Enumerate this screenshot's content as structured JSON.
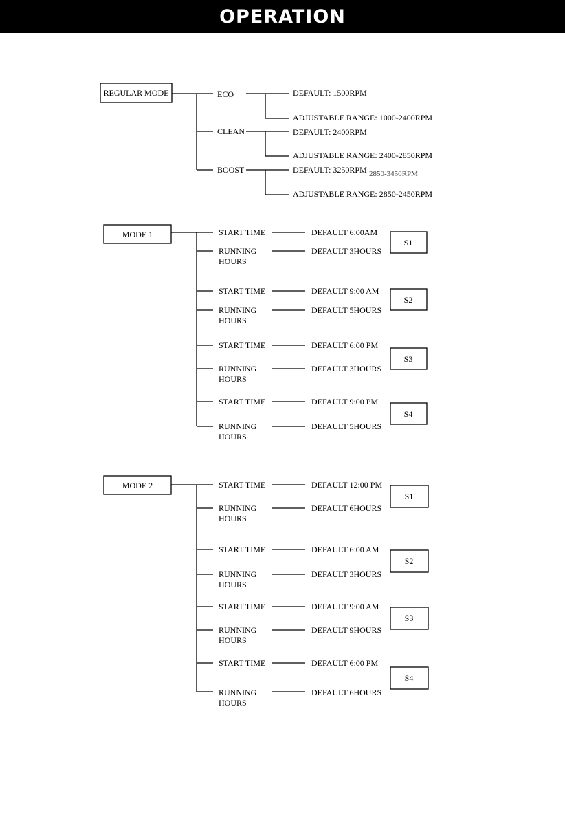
{
  "page_title": "OPERATION",
  "regular_mode": {
    "label": "REGULAR MODE",
    "branches": [
      {
        "name": "ECO",
        "default": "DEFAULT: 1500RPM",
        "range": "ADJUSTABLE RANGE: 1000-2400RPM",
        "note": ""
      },
      {
        "name": "CLEAN",
        "default": "DEFAULT: 2400RPM",
        "range": "ADJUSTABLE RANGE: 2400-2850RPM",
        "note": ""
      },
      {
        "name": "BOOST",
        "default": "DEFAULT: 3250RPM",
        "range": "ADJUSTABLE RANGE: 2850-2450RPM",
        "note": "2850-3450RPM"
      }
    ]
  },
  "mode1": {
    "label": "MODE 1",
    "start_time_label": "START TIME",
    "running_hours_label": [
      "RUNNING",
      "HOURS"
    ],
    "schedules": [
      {
        "id": "S1",
        "start": "DEFAULT 6:00AM",
        "hours": "DEFAULT 3HOURS"
      },
      {
        "id": "S2",
        "start": "DEFAULT 9:00 AM",
        "hours": "DEFAULT 5HOURS"
      },
      {
        "id": "S3",
        "start": "DEFAULT 6:00 PM",
        "hours": "DEFAULT 3HOURS"
      },
      {
        "id": "S4",
        "start": "DEFAULT 9:00 PM",
        "hours": "DEFAULT 5HOURS"
      }
    ]
  },
  "mode2": {
    "label": "MODE 2",
    "start_time_label": "START TIME",
    "running_hours_label": [
      "RUNNING",
      "HOURS"
    ],
    "schedules": [
      {
        "id": "S1",
        "start": "DEFAULT 12:00 PM",
        "hours": "DEFAULT 6HOURS"
      },
      {
        "id": "S2",
        "start": "DEFAULT 6:00 AM",
        "hours": "DEFAULT 3HOURS"
      },
      {
        "id": "S3",
        "start": "DEFAULT 9:00 AM",
        "hours": "DEFAULT 9HOURS"
      },
      {
        "id": "S4",
        "start": "DEFAULT 6:00 PM",
        "hours": "DEFAULT 6HOURS"
      }
    ]
  }
}
